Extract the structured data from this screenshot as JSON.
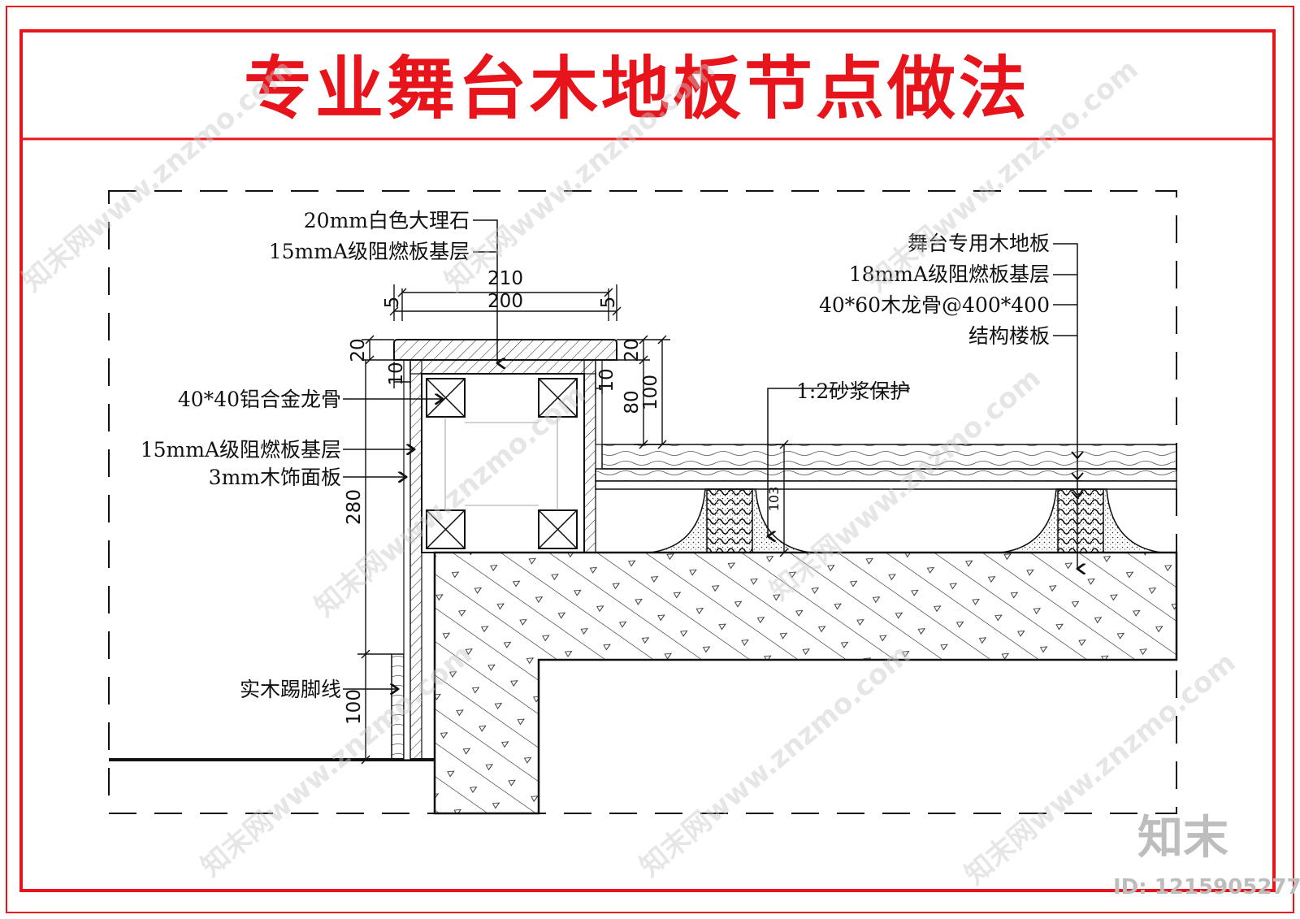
{
  "title": "专业舞台木地板节点做法",
  "labels": {
    "marble": "20mm白色大理石",
    "fr_board_15_top": "15mmA级阻燃板基层",
    "stage_floor": "舞台专用木地板",
    "fr_board_18": "18mmA级阻燃板基层",
    "wood_joist": "40*60木龙骨@400*400",
    "slab": "结构楼板",
    "mortar": "1:2砂浆保护",
    "alu_joist": "40*40铝合金龙骨",
    "fr_board_15_side": "15mmA级阻燃板基层",
    "wood_veneer": "3mm木饰面板",
    "skirting": "实木踢脚线"
  },
  "dims": {
    "d210": "210",
    "d200": "200",
    "d5_left": "5",
    "d5_right": "5",
    "d20_left": "20",
    "d20_right": "20",
    "d10_left": "10",
    "d10_right": "10",
    "d80": "80",
    "d100_right": "100",
    "d103": "103",
    "d280": "280",
    "d100_left": "100"
  },
  "watermark": {
    "text": "知末网www.znzmo.com",
    "logo": "知末",
    "id": "ID: 1215905277"
  },
  "colors": {
    "frame": "#e8141b",
    "line": "#111111",
    "watermark": "#c8c8c8"
  }
}
